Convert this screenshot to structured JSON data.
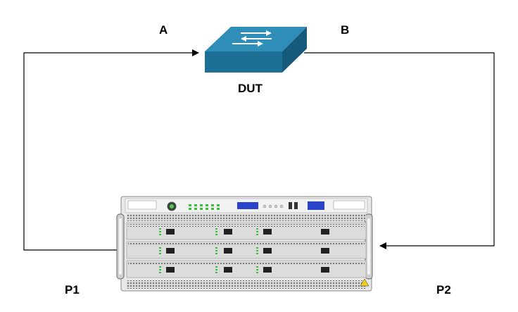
{
  "labels": {
    "port_a": "A",
    "port_b": "B",
    "dut": "DUT",
    "port_p1": "P1",
    "port_p2": "P2"
  },
  "colors": {
    "switch_top": "#2f8fb8",
    "switch_front": "#1d6f95",
    "switch_side": "#155a7a",
    "line": "#000000",
    "chassis": "#e8e8e8",
    "display": "#2a45c9",
    "led": "#3fbf3f"
  },
  "icons": {
    "dut_device": "network-switch-icon",
    "tester_device": "traffic-generator-chassis-icon"
  }
}
